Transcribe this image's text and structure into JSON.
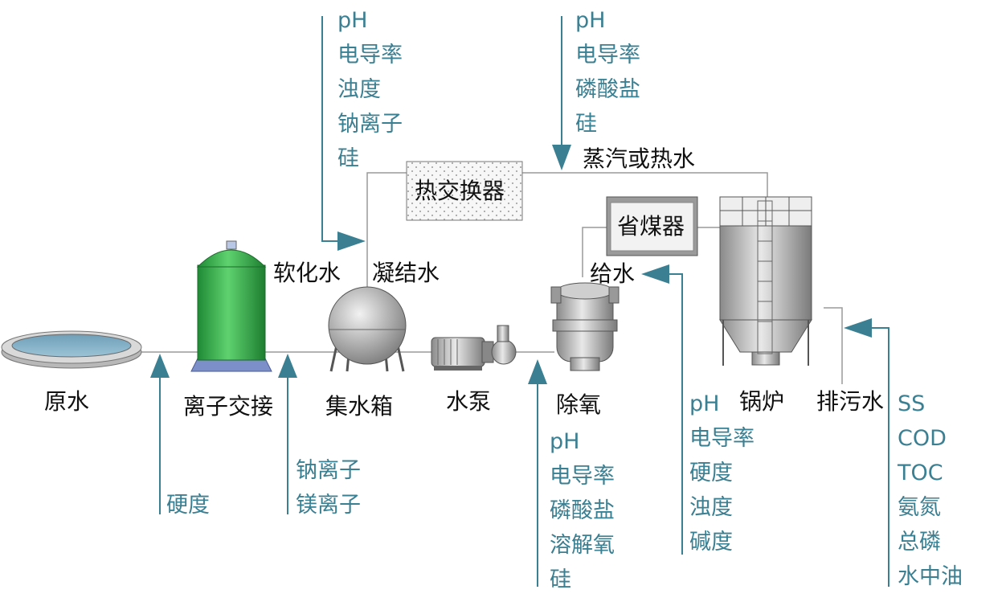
{
  "colors": {
    "param_text": "#3b7f92",
    "arrow": "#3b7f92",
    "pipe": "#9a9a9a",
    "tank_green": "#2fae48",
    "label_text": "#111111"
  },
  "nodes": {
    "raw_water": "原水",
    "ion_exchange": "离子交接",
    "softened_water": "软化水",
    "water_tank": "集水箱",
    "condensate": "凝结水",
    "pump": "水泵",
    "heat_exchanger": "热交换器",
    "steam_or_hot_water": "蒸汽或热水",
    "economizer": "省煤器",
    "feed_water": "给水",
    "deaerator": "除氧",
    "boiler": "锅炉",
    "blowdown": "排污水"
  },
  "parameters": {
    "raw_water": [
      "硬度"
    ],
    "softened_water": [
      "钠离子",
      "镁离子"
    ],
    "condensate": [
      "pH",
      "电导率",
      "浊度",
      "钠离子",
      "硅"
    ],
    "steam": [
      "pH",
      "电导率",
      "磷酸盐",
      "硅"
    ],
    "deaerator": [
      "pH",
      "电导率",
      "磷酸盐",
      "溶解氧",
      "硅"
    ],
    "feed_water": [
      "pH",
      "电导率",
      "硬度",
      "浊度",
      "碱度"
    ],
    "blowdown": [
      "SS",
      "COD",
      "TOC",
      "氨氮",
      "总磷",
      "水中油"
    ]
  }
}
